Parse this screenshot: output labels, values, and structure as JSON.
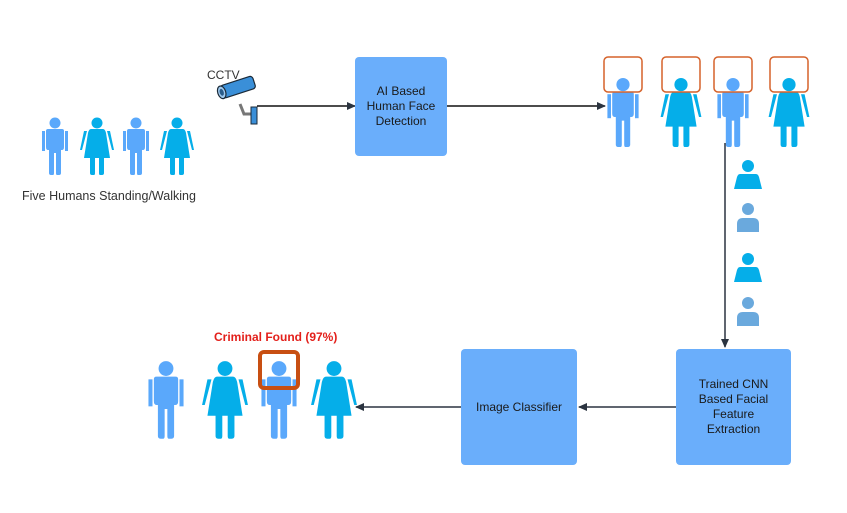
{
  "colors": {
    "male": "#5aa8fb",
    "female": "#05aee9",
    "person_light": "#6aa9dd",
    "process_box": "#6aaefb",
    "face_box": "#d5622a",
    "criminal_box": "#c84f12",
    "arrow": "#2b3440",
    "criminal_text": "#e3201b"
  },
  "input_group": {
    "label": "Five Humans Standing/Walking",
    "people": [
      "male",
      "female",
      "male",
      "female"
    ]
  },
  "cctv": {
    "label": "CCTV",
    "icon": "cctv-camera-icon"
  },
  "boxes": {
    "detection": "AI Based\nHuman Face\nDetection",
    "cnn": "Trained CNN\nBased Facial\nFeature\nExtraction",
    "classifier": "Image Classifier"
  },
  "detected_group": {
    "people": [
      "male",
      "female",
      "male",
      "female"
    ],
    "face_boxes": 4
  },
  "extracted_faces": [
    "female-bust",
    "male-bust",
    "female-bust",
    "male-bust"
  ],
  "result": {
    "label": "Criminal Found  (97%)",
    "confidence_percent": 97,
    "people": [
      "male",
      "female",
      "male",
      "female"
    ],
    "criminal_index": 2
  }
}
